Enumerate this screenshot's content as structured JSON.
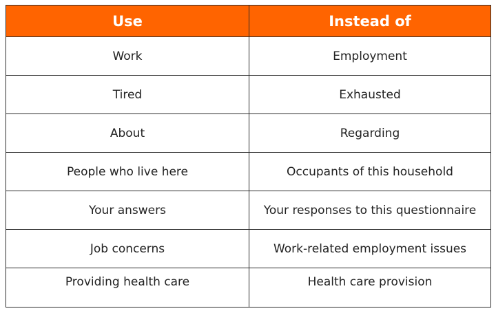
{
  "table": {
    "headers": [
      "Use",
      "Instead of"
    ],
    "rows": [
      [
        "Work",
        "Employment"
      ],
      [
        "Tired",
        "Exhausted"
      ],
      [
        "About",
        "Regarding"
      ],
      [
        "People who live here",
        "Occupants of this household"
      ],
      [
        "Your answers",
        "Your responses to this questionnaire"
      ],
      [
        "Job concerns",
        "Work-related employment issues"
      ],
      [
        "Providing health care",
        "Health care provision"
      ]
    ]
  },
  "colors": {
    "header_background": "#ff6400",
    "header_text": "#ffffff",
    "border": "#2b2b2b",
    "cell_text": "#222222"
  }
}
